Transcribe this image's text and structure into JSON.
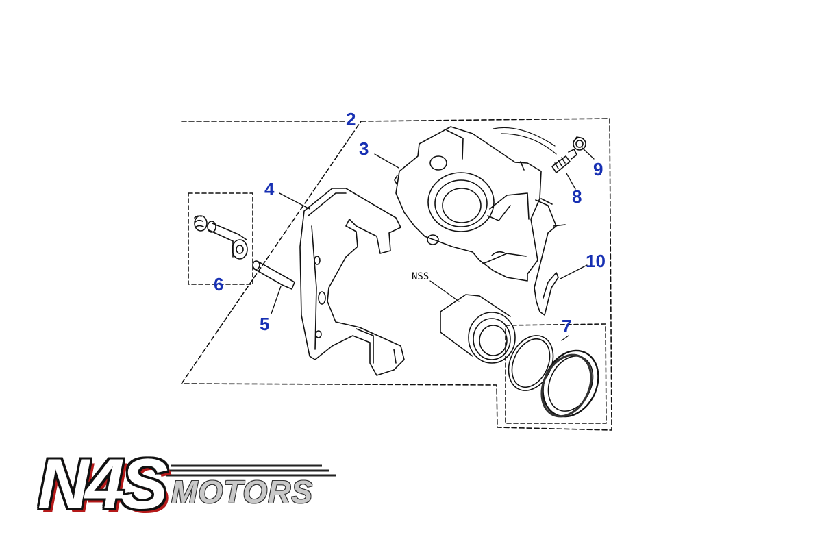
{
  "diagram": {
    "callouts": [
      {
        "id": "c2",
        "label": "2"
      },
      {
        "id": "c3",
        "label": "3"
      },
      {
        "id": "c4",
        "label": "4"
      },
      {
        "id": "c5",
        "label": "5"
      },
      {
        "id": "c6",
        "label": "6"
      },
      {
        "id": "c7",
        "label": "7"
      },
      {
        "id": "c8",
        "label": "8"
      },
      {
        "id": "c9",
        "label": "9"
      },
      {
        "id": "c10",
        "label": "10"
      }
    ],
    "side_label": "NSS",
    "colors": {
      "callout": "#1730b3",
      "line": "#111111",
      "logo_red": "#b51a1a",
      "logo_grey": "#c8c8c8"
    }
  },
  "logo": {
    "primary": "N4S",
    "secondary": "MOTORS"
  }
}
